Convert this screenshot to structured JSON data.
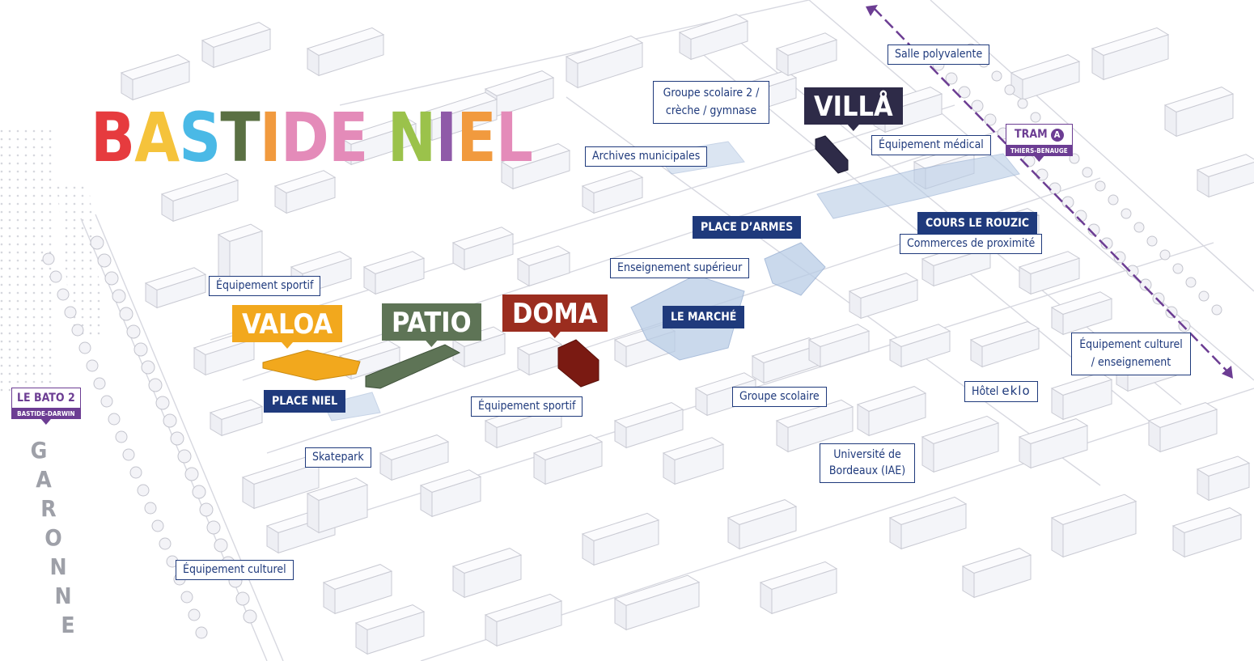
{
  "logo": {
    "letters": [
      {
        "char": "B",
        "color": "#e63b3e"
      },
      {
        "char": "A",
        "color": "#f5c33b"
      },
      {
        "char": "S",
        "color": "#4ab9e6"
      },
      {
        "char": "T",
        "color": "#5a7043"
      },
      {
        "char": "I",
        "color": "#f19a3e"
      },
      {
        "char": "D",
        "color": "#e48bb9"
      },
      {
        "char": "E",
        "color": "#e48bb9"
      },
      {
        "char": " ",
        "color": "#ffffff"
      },
      {
        "char": "N",
        "color": "#9bc24b"
      },
      {
        "char": "I",
        "color": "#8f5aa8"
      },
      {
        "char": "E",
        "color": "#f19a3e"
      },
      {
        "char": "L",
        "color": "#e48bb9"
      }
    ]
  },
  "projects": {
    "valoa": {
      "name": "VALOA",
      "color": "#f2a81d"
    },
    "patio": {
      "name": "PATIO",
      "color": "#5e7456"
    },
    "doma": {
      "name": "DOMA",
      "color": "#9b2d1f"
    },
    "villa": {
      "name": "VILLÅ",
      "color": "#2e2b48"
    }
  },
  "places": {
    "place_niel": "PLACE NIEL",
    "le_marche": "LE MARCHÉ",
    "place_darmes": "PLACE D’ARMES",
    "cours_le_rouzic": "COURS LE ROUZIC"
  },
  "labels": {
    "salle_polyvalente": "Salle polyvalente",
    "groupe_scolaire_2": "Groupe scolaire 2 / crèche / gymnase",
    "archives": "Archives municipales",
    "equipement_medical": "Équipement médical",
    "commerces": "Commerces de proximité",
    "enseignement_superieur": "Enseignement supérieur",
    "equipement_sportif_1": "Équipement sportif",
    "equipement_sportif_2": "Équipement sportif",
    "skatepark": "Skatepark",
    "groupe_scolaire": "Groupe scolaire",
    "universite": "Université de Bordeaux (IAE)",
    "equipement_culturel_enseignement": "Équipement culturel / enseignement",
    "hotel": "Hôtel",
    "hotel_brand": "eklo",
    "equipement_culturel": "Équipement culturel"
  },
  "stations": {
    "tram": {
      "name": "TRAM",
      "line": "A",
      "stop": "THIERS-BENAUGE",
      "color": "#6c3d93"
    },
    "bato": {
      "name": "LE BATO 2",
      "stop": "BASTIDE-DARWIN",
      "color": "#6c3d93"
    }
  },
  "river": {
    "letters": [
      "G",
      "A",
      "R",
      "O",
      "N",
      "N",
      "E"
    ]
  },
  "colors": {
    "label_border": "#1f3a7c",
    "tag_fill": "#1f3a7c",
    "building_stroke": "#c9cad3",
    "building_fill": "#f7f7fa",
    "public_space": "#b9cde6",
    "tram_line": "#6c3d93"
  }
}
